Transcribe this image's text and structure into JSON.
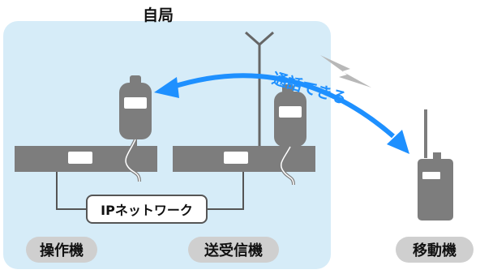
{
  "station": {
    "title": "自局"
  },
  "labels": {
    "operation_unit": "操作機",
    "transceiver": "送受信機",
    "mobile_unit": "移動機",
    "network": "IPネットワーク",
    "communication": "通話できる"
  },
  "colors": {
    "area_background": "#d6ecf8",
    "device_gray": "#7d7d7d",
    "arrow_blue": "#1e90ff",
    "pill_gray": "#cfcfcf"
  }
}
